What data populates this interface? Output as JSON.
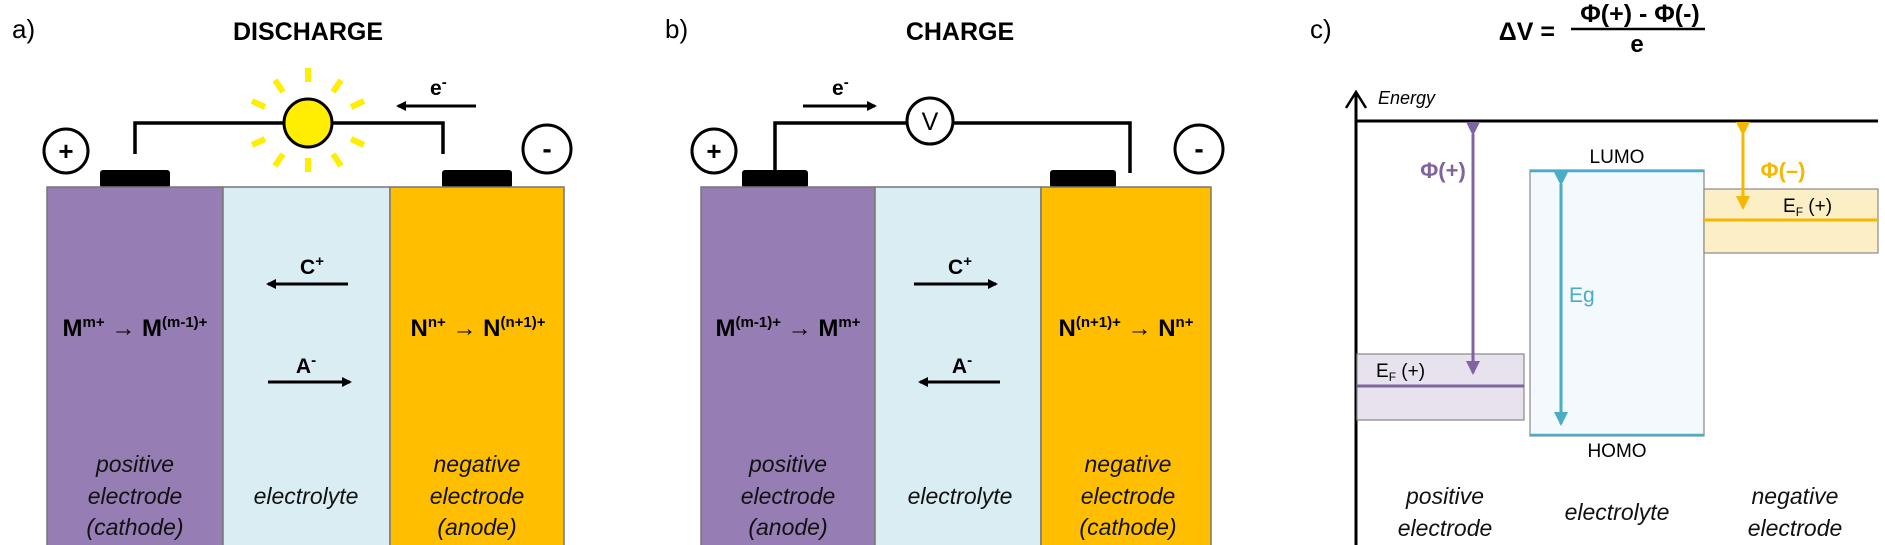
{
  "colors": {
    "positive_electrode": "#967db3",
    "electrolyte": "#daedf3",
    "negative_electrode": "#ffbf00",
    "bulb": "#ffee00",
    "phi_plus": "#8064a2",
    "phi_minus": "#f5b700",
    "eg": "#4bacc6",
    "ef_plus_band": "#e8e2ee",
    "ef_minus_band": "#fdefc5",
    "gap_box": "#f3f9fc"
  },
  "panel_a": {
    "letter": "a)",
    "title": "DISCHARGE",
    "terminal_pos": "+",
    "terminal_neg": "-",
    "electron_label": "e",
    "electron_sup": "-",
    "electron_direction": "left",
    "load_icon": "light-bulb",
    "cation_label": "C",
    "cation_sup": "+",
    "cation_direction": "left",
    "anion_label": "A",
    "anion_sup": "-",
    "anion_direction": "right",
    "reaction_pos": {
      "a": "M",
      "a_sup": "m+",
      "arrow": "→",
      "b": "M",
      "b_sup": "(m-1)+"
    },
    "reaction_neg": {
      "a": "N",
      "a_sup": "n+",
      "arrow": "→",
      "b": "N",
      "b_sup": "(n+1)+"
    },
    "label_pos": [
      "positive",
      "electrode",
      "(cathode)"
    ],
    "label_mid": "electrolyte",
    "label_neg": [
      "negative",
      "electrode",
      "(anode)"
    ]
  },
  "panel_b": {
    "letter": "b)",
    "title": "CHARGE",
    "terminal_pos": "+",
    "terminal_neg": "-",
    "electron_label": "e",
    "electron_sup": "-",
    "electron_direction": "right",
    "source_label": "V",
    "cation_label": "C",
    "cation_sup": "+",
    "cation_direction": "right",
    "anion_label": "A",
    "anion_sup": "-",
    "anion_direction": "left",
    "reaction_pos": {
      "a": "M",
      "a_sup": "(m-1)+",
      "arrow": "→",
      "b": "M",
      "b_sup": "m+"
    },
    "reaction_neg": {
      "a": "N",
      "a_sup": "(n+1)+",
      "arrow": "→",
      "b": "N",
      "b_sup": "n+"
    },
    "label_pos": [
      "positive",
      "electrode",
      "(anode)"
    ],
    "label_mid": "electrolyte",
    "label_neg": [
      "negative",
      "electrode",
      "(cathode)"
    ]
  },
  "panel_c": {
    "letter": "c)",
    "equation_lhs": "ΔV =",
    "equation_numerator": "Φ(+) - Φ(-)",
    "equation_denominator": "e",
    "axis_label": "Energy",
    "phi_plus": "Φ(+)",
    "phi_minus": "Φ(–)",
    "lumo": "LUMO",
    "homo": "HOMO",
    "eg": "Eg",
    "ef_left": {
      "main": "E",
      "sub": "F",
      "suffix": " (+)"
    },
    "ef_right": {
      "main": "E",
      "sub": "F",
      "suffix": " (+)"
    },
    "label_pos": [
      "positive",
      "electrode"
    ],
    "label_mid": "electrolyte",
    "label_neg": [
      "negative",
      "electrode"
    ]
  }
}
